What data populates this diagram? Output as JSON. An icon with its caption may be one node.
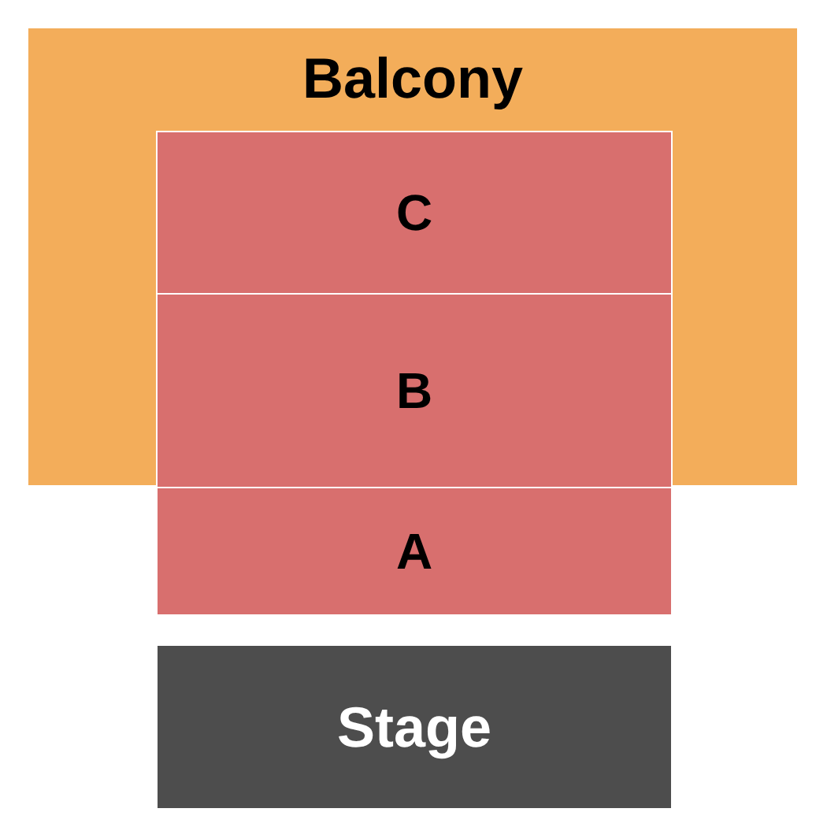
{
  "diagram": {
    "nodes": [
      {
        "text": [
          "Balcony"
        ]
      },
      {
        "text": [
          "C"
        ]
      },
      {
        "text": [
          "B"
        ]
      },
      {
        "text": [
          "A"
        ]
      },
      {
        "text": [
          "Stage"
        ]
      }
    ]
  }
}
